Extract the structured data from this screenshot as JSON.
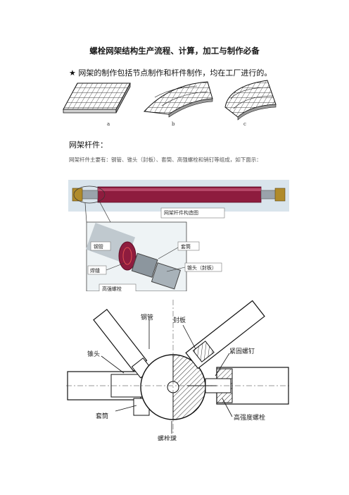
{
  "doc": {
    "title": "螺栓网架结构生产流程、计算，加工与制作必备",
    "bullet": "★ 网架的制作包括节点制作和杆件制作，均在工厂进行的。",
    "section_heading": "网架杆件：",
    "paragraph": "网架杆件主要有：钢管、锥头（封板）、套筒、高强螺栓和销钉等组成，如下面示："
  },
  "figure1": {
    "captions": [
      "a",
      "b",
      "c"
    ]
  },
  "figure2": {
    "box_title": "网架杆件构造图",
    "labels": {
      "steel_pipe": "钢管",
      "sleeve": "套筒",
      "weld": "焊缝",
      "cone_head": "锥头（封板）",
      "bolt": "高强螺栓"
    },
    "colors": {
      "pipe": "#8e1c3e",
      "background": "#d9e4ec"
    }
  },
  "figure3": {
    "labels": {
      "steel_pipe": "钢管",
      "seal_plate": "封板",
      "cone_head": "锥头",
      "set_screw": "紧固螺钉",
      "sleeve": "套筒",
      "hs_bolt": "高强度螺栓",
      "ball": "螺栓球"
    }
  }
}
